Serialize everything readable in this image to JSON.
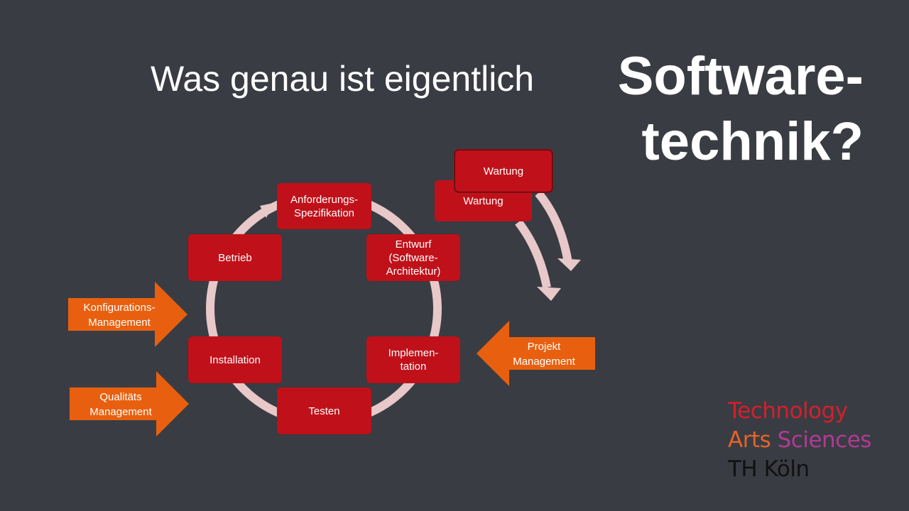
{
  "title": {
    "line1": "Was genau ist eigentlich",
    "bold_line1": "Software-",
    "bold_line2": "technik?"
  },
  "cycle": {
    "anforderung": "Anforderungs-\nSpezifikation",
    "entwurf": "Entwurf\n(Software-\nArchitektur)",
    "implementierung": "Implemen-\ntation",
    "testen": "Testen",
    "installation": "Installation",
    "betrieb": "Betrieb"
  },
  "wartung": {
    "back": "Wartung",
    "front": "Wartung"
  },
  "side_arrows": {
    "konfiguration": "Konfigurations-\nManagement",
    "qualitaet": "Qualitäts\nManagement",
    "projekt": "Projekt\nManagement"
  },
  "logo": {
    "technology": "Technology",
    "arts": "Arts",
    "sciences": "Sciences",
    "th_koeln": "TH Köln"
  },
  "colors": {
    "background": "#3a3c43",
    "box_red": "#c0111a",
    "arrow_orange": "#e8600f",
    "cycle_pink": "#e8c8c8",
    "logo_red": "#d3202c",
    "logo_orange": "#e3642b",
    "logo_purple": "#b13a94",
    "logo_black": "#111111"
  }
}
